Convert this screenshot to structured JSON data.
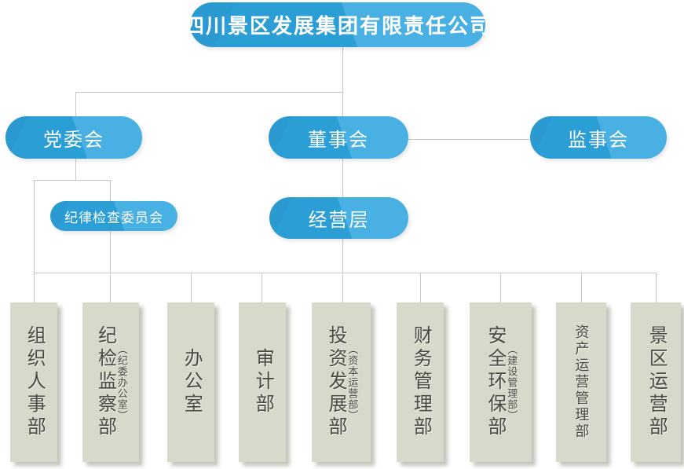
{
  "palette": {
    "pill_blue": "#2fa5de",
    "box_gray": "#d9d9cb",
    "line_gray": "#c7c7bf",
    "pill_text": "#ffffff",
    "dept_text": "#4b4b45"
  },
  "nodes": {
    "root": "四川景区发展集团有限责任公司",
    "party_committee": "党委会",
    "board": "董事会",
    "supervisory_board": "监事会",
    "discipline_committee": "纪律检查委员会",
    "management": "经营层"
  },
  "departments": [
    {
      "label": "组织人事部"
    },
    {
      "label": "纪检监察部",
      "paren": "（纪委办公室）"
    },
    {
      "label": "办公室"
    },
    {
      "label": "审计部"
    },
    {
      "label": "投资发展部",
      "paren": "（资本运营部）"
    },
    {
      "label": "财务管理部"
    },
    {
      "label": "安全环保部",
      "paren": "（建设管理部）"
    },
    {
      "label": "资产运营管理部"
    },
    {
      "label": "景区运营部"
    }
  ]
}
